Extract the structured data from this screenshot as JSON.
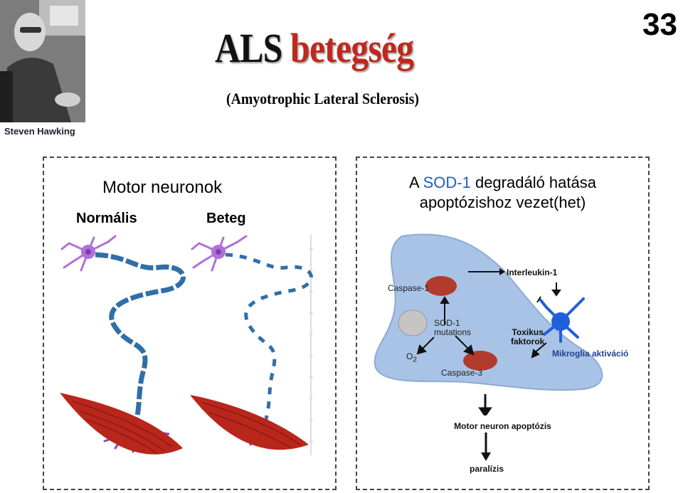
{
  "header": {
    "photo_caption": "Steven Hawking",
    "title_part1": "ALS",
    "title_part2": "betegség",
    "subtitle": "(Amyotrophic Lateral Sclerosis)",
    "page_number": "33"
  },
  "left_panel": {
    "heading": "Motor neuronok",
    "label_normal": "Normális",
    "label_sick": "Beteg"
  },
  "right_panel": {
    "heading_prefix": "A ",
    "heading_highlight": "SOD-1",
    "heading_suffix": " degradáló hatása",
    "heading_line2": "apoptózishoz vezet(het)",
    "cell_labels": {
      "caspase1": "Caspase-1",
      "sod1_line1": "SOD-1",
      "sod1_line2": "mutations",
      "o2": "O",
      "o2_sub": "2",
      "o2_sup": "•",
      "caspase3": "Caspase-3"
    },
    "interleukin": "Interleukin-1",
    "toxic_line1": "Toxikus",
    "toxic_line2": "faktorok",
    "microglia": "Mikroglia aktiváció",
    "apoptosis": "Motor neuron apoptózis",
    "paralysis": "paralízis"
  },
  "colors": {
    "title_red": "#c0281e",
    "highlight_blue": "#1f5fbf",
    "axon_blue": "#2f6fa8",
    "neuron_purple": "#b070d8",
    "muscle_red": "#b8261c",
    "cell_blue": "#a9c3e6",
    "microglia_blue": "#1f5fd8"
  }
}
